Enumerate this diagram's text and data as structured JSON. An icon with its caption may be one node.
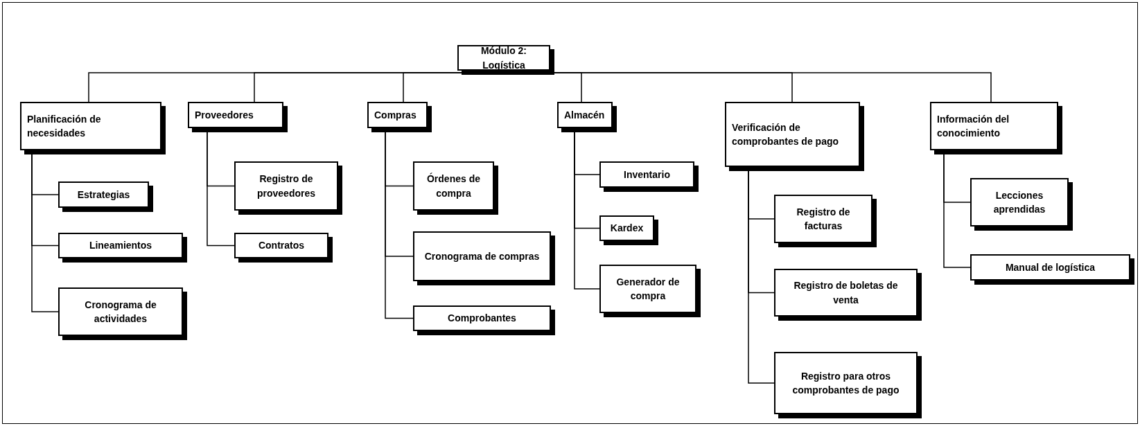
{
  "diagram": {
    "nodes": [
      {
        "text": [
          "Módulo 2: Logística"
        ]
      },
      {
        "text": [
          "Planificación de necesidades"
        ]
      },
      {
        "text": [
          "Proveedores"
        ]
      },
      {
        "text": [
          "Compras"
        ]
      },
      {
        "text": [
          "Almacén"
        ]
      },
      {
        "text": [
          "Verificación de comprobantes de pago"
        ]
      },
      {
        "text": [
          "Información del conocimiento"
        ]
      },
      {
        "text": [
          "Estrategias"
        ]
      },
      {
        "text": [
          "Lineamientos"
        ]
      },
      {
        "text": [
          "Cronograma de actividades"
        ]
      },
      {
        "text": [
          "Registro de proveedores"
        ]
      },
      {
        "text": [
          "Contratos"
        ]
      },
      {
        "text": [
          "Órdenes de compra"
        ]
      },
      {
        "text": [
          "Cronograma de compras"
        ]
      },
      {
        "text": [
          "Comprobantes"
        ]
      },
      {
        "text": [
          "Inventario"
        ]
      },
      {
        "text": [
          "Kardex"
        ]
      },
      {
        "text": [
          "Generador de compra"
        ]
      },
      {
        "text": [
          "Registro de facturas"
        ]
      },
      {
        "text": [
          "Registro de boletas de venta"
        ]
      },
      {
        "text": [
          "Registro para otros comprobantes de pago"
        ]
      },
      {
        "text": [
          "Lecciones aprendidas"
        ]
      },
      {
        "text": [
          "Manual de logística"
        ]
      }
    ],
    "edges": [
      {
        "from": 0,
        "to": 1,
        "arrow": "none"
      },
      {
        "from": 0,
        "to": 2,
        "arrow": "none"
      },
      {
        "from": 0,
        "to": 3,
        "arrow": "none"
      },
      {
        "from": 0,
        "to": 4,
        "arrow": "none"
      },
      {
        "from": 0,
        "to": 5,
        "arrow": "none"
      },
      {
        "from": 0,
        "to": 6,
        "arrow": "none"
      },
      {
        "from": 1,
        "to": 7,
        "arrow": "none"
      },
      {
        "from": 1,
        "to": 8,
        "arrow": "none"
      },
      {
        "from": 1,
        "to": 9,
        "arrow": "none"
      },
      {
        "from": 2,
        "to": 10,
        "arrow": "none"
      },
      {
        "from": 2,
        "to": 11,
        "arrow": "none"
      },
      {
        "from": 3,
        "to": 12,
        "arrow": "none"
      },
      {
        "from": 3,
        "to": 13,
        "arrow": "none"
      },
      {
        "from": 3,
        "to": 14,
        "arrow": "none"
      },
      {
        "from": 4,
        "to": 15,
        "arrow": "none"
      },
      {
        "from": 4,
        "to": 16,
        "arrow": "none"
      },
      {
        "from": 4,
        "to": 17,
        "arrow": "none"
      },
      {
        "from": 5,
        "to": 18,
        "arrow": "none"
      },
      {
        "from": 5,
        "to": 19,
        "arrow": "none"
      },
      {
        "from": 5,
        "to": 20,
        "arrow": "none"
      },
      {
        "from": 6,
        "to": 21,
        "arrow": "none"
      },
      {
        "from": 6,
        "to": 22,
        "arrow": "none"
      }
    ]
  }
}
